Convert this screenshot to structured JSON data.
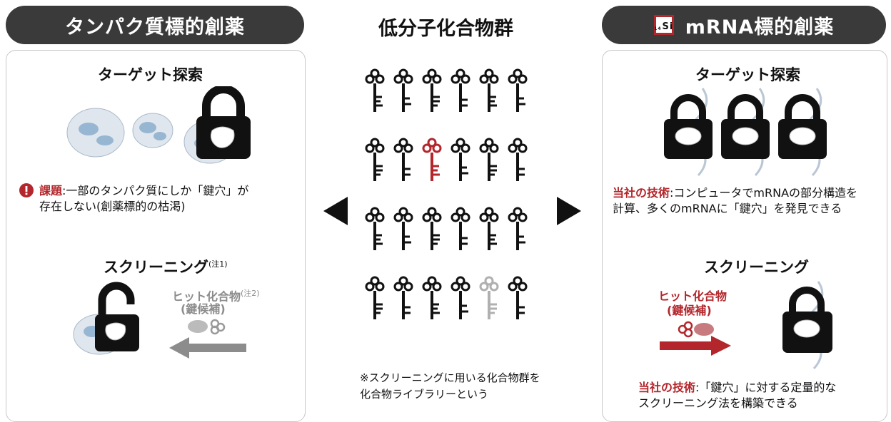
{
  "left": {
    "header": "タンパク質標的創薬",
    "target_title": "ターゲット探索",
    "issue_label": "課題",
    "issue_text_line1": ":一部のタンパク質にしか「鍵穴」が",
    "issue_text_line2": "存在しない(創薬標的の枯渇)",
    "screening_title": "スクリーニング",
    "screening_note": "(注1)",
    "hit_label_line1": "ヒット化合物",
    "hit_note": "(注2)",
    "hit_label_line2": "(鍵候補)"
  },
  "center": {
    "title": "低分子化合物群",
    "footnote_line1": "※スクリーニングに用いる化合物群を",
    "footnote_line2": "化合物ライブラリーという",
    "keys": [
      [
        "black",
        "black",
        "black",
        "black",
        "black",
        "black"
      ],
      [
        "black",
        "black",
        "red",
        "black",
        "black",
        "black"
      ],
      [
        "black",
        "black",
        "black",
        "black",
        "black",
        "black"
      ],
      [
        "black",
        "black",
        "black",
        "black",
        "gray",
        "black"
      ]
    ],
    "key_colors": {
      "black": "#111111",
      "red": "#b3262b",
      "gray": "#b0b0b0"
    }
  },
  "right": {
    "logo_text": "Si",
    "logo_sub": "14",
    "header": "mRNA標的創薬",
    "target_title": "ターゲット探索",
    "tech_label_1": "当社の技術",
    "tech_text_1_line1": ":コンピュータでmRNAの部分構造を",
    "tech_text_1_line2": "計算、多くのmRNAに「鍵穴」を発見できる",
    "screening_title": "スクリーニング",
    "hit_label_line1": "ヒット化合物",
    "hit_label_line2": "(鍵候補)",
    "tech_label_2": "当社の技術",
    "tech_text_2_line1": ":「鍵穴」に対する定量的な",
    "tech_text_2_line2": "スクリーニング法を構築できる"
  },
  "colors": {
    "accent_red": "#b3262b",
    "header_bg": "#3a3a3a",
    "protein": "#7fa6c9"
  }
}
